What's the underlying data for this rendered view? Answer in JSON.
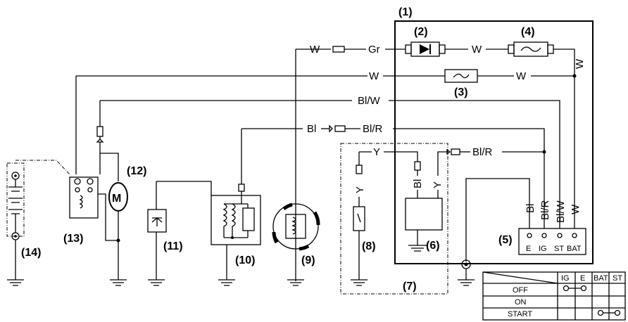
{
  "components": {
    "c1": "(1)",
    "c2": "(2)",
    "c3": "(3)",
    "c4": "(4)",
    "c5": "(5)",
    "c6": "(6)",
    "c7": "(7)",
    "c8": "(8)",
    "c9": "(9)",
    "c10": "(10)",
    "c11": "(11)",
    "c12": "(12)",
    "c13": "(13)",
    "c14": "(14)"
  },
  "wires": {
    "w": "W",
    "gr": "Gr",
    "bl": "Bl",
    "blr": "Bl/R",
    "blw": "Bl/W",
    "y": "Y"
  },
  "motor_symbol": "M",
  "switch_terminals": [
    "E",
    "IG",
    "ST",
    "BAT"
  ],
  "switch_table": {
    "headers": [
      "IG",
      "E",
      "BAT",
      "ST"
    ],
    "rows": [
      "OFF",
      "ON",
      "START"
    ]
  }
}
